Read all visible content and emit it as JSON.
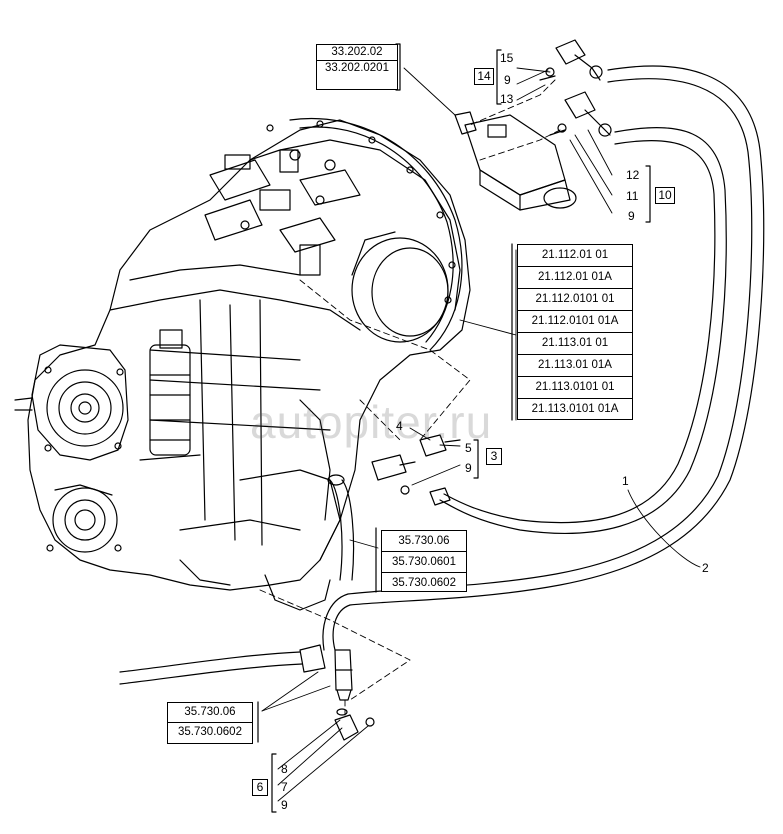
{
  "watermark": "autopiter.ru",
  "colors": {
    "line": "#000000",
    "background": "#ffffff",
    "watermark": "#8a8a8a"
  },
  "reference_groups": {
    "top_left": [
      "33.202.02",
      "33.202.0201"
    ],
    "right_middle": [
      "21.112.01 01",
      "21.112.01 01A",
      "21.112.0101 01",
      "21.112.0101 01A",
      "21.113.01 01",
      "21.113.01 01A",
      "21.113.0101 01",
      "21.113.0101 01A"
    ],
    "center_bottom": [
      "35.730.06",
      "35.730.0601",
      "35.730.0602"
    ],
    "bottom_left": [
      "35.730.06",
      "35.730.0602"
    ]
  },
  "assemblies": {
    "a14": {
      "number": "14",
      "parts": [
        "15",
        "9",
        "13"
      ]
    },
    "a10": {
      "number": "10",
      "parts": [
        "12",
        "11",
        "9"
      ]
    },
    "a3": {
      "number": "3",
      "parts": [
        "5",
        "9"
      ]
    },
    "a6": {
      "number": "6",
      "parts": [
        "8",
        "7",
        "9"
      ]
    }
  },
  "callouts": {
    "c4": "4",
    "c1": "1",
    "c2": "2"
  }
}
